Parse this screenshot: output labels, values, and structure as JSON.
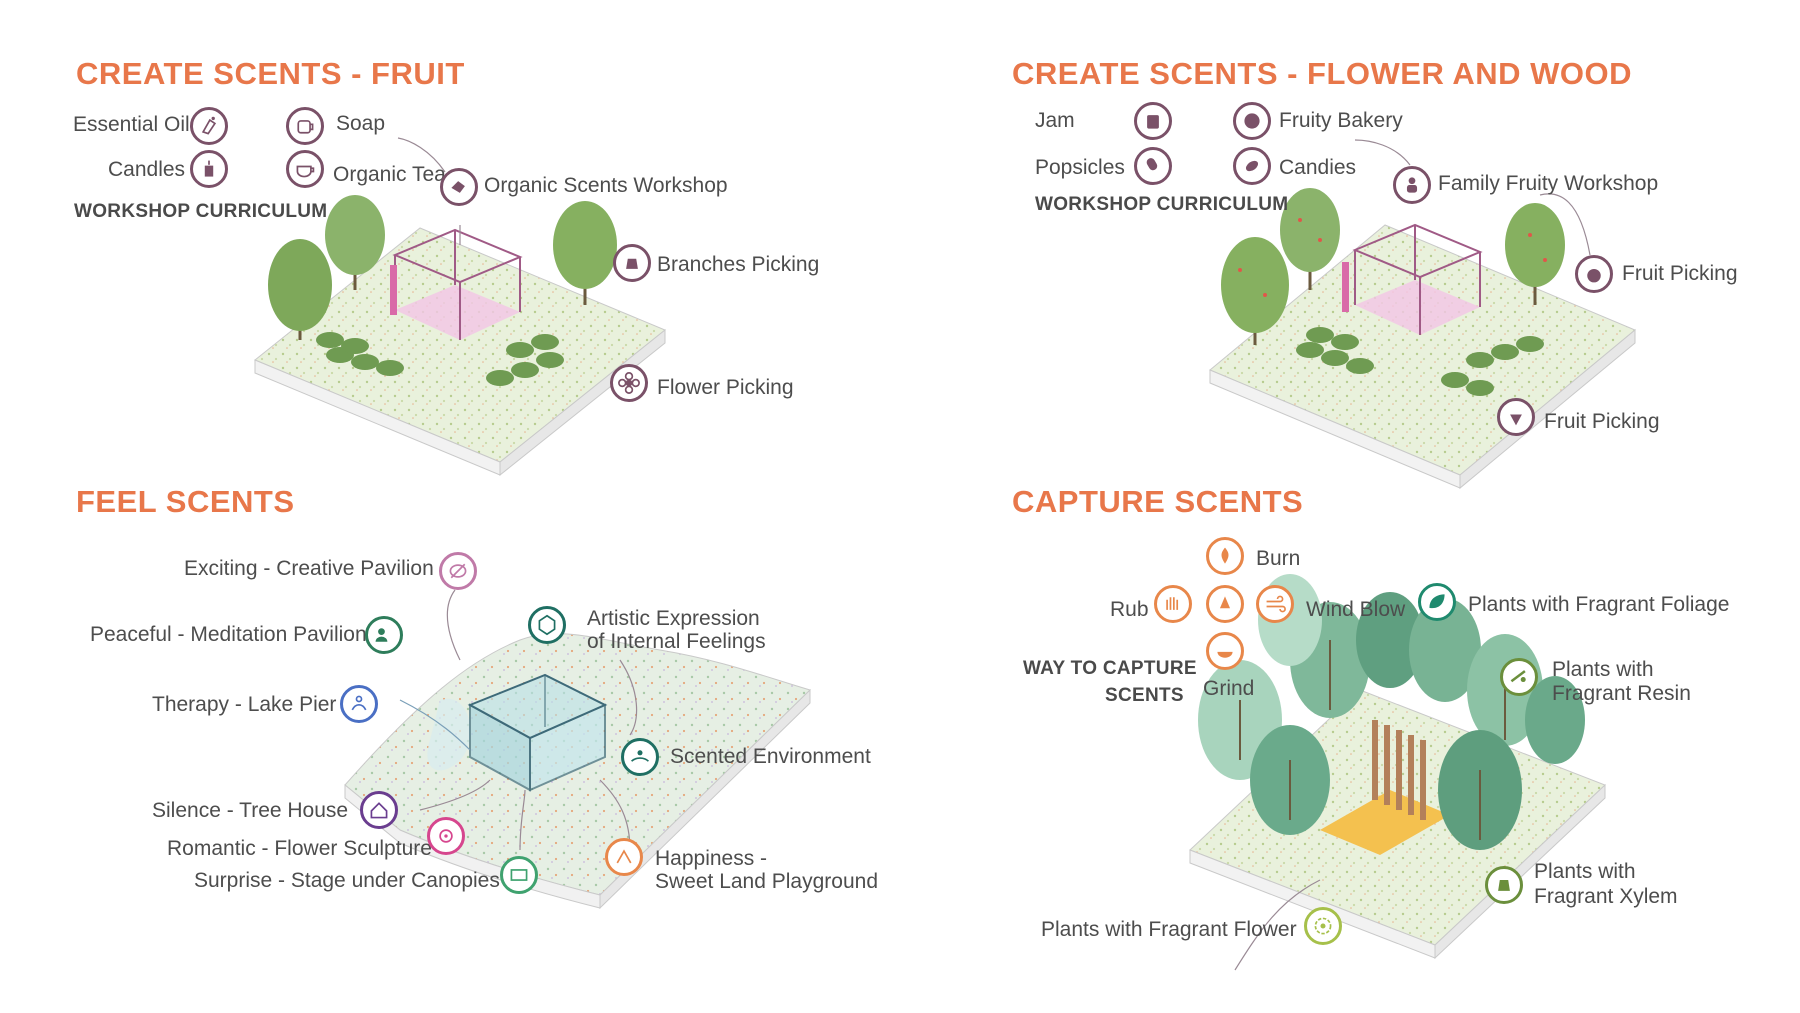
{
  "colors": {
    "title": "#e8774a",
    "plum": "#7a5168",
    "teal": "#1f6f63",
    "orange": "#e8874a",
    "green": "#2e8a6e",
    "olive": "#8aa14a"
  },
  "q1": {
    "title": "CREATE SCENTS - FRUIT",
    "subtitle": "WORKSHOP CURRICULUM",
    "items": [
      "Essential Oil",
      "Soap",
      "Candles",
      "Organic Tea"
    ],
    "callouts": [
      "Organic Scents Workshop",
      "Branches Picking",
      "Flower Picking"
    ]
  },
  "q2": {
    "title": "CREATE SCENTS - FLOWER AND WOOD",
    "subtitle": "WORKSHOP CURRICULUM",
    "items": [
      "Jam",
      "Fruity Bakery",
      "Popsicles",
      "Candies"
    ],
    "callouts": [
      "Family Fruity Workshop",
      "Fruit Picking",
      "Fruit Picking"
    ]
  },
  "q3": {
    "title": "FEEL SCENTS",
    "labels": [
      "Exciting - Creative Pavilion",
      "Peaceful - Meditation Pavilion",
      "Therapy - Lake Pier",
      "Silence - Tree House",
      "Romantic - Flower Sculpture",
      "Surprise - Stage under Canopies",
      "Artistic Expression",
      "of Internal Feelings",
      "Scented Environment",
      "Happiness -",
      "Sweet Land Playground"
    ]
  },
  "q4": {
    "title": "CAPTURE SCENTS",
    "way": [
      "WAY TO CAPTURE",
      "SCENTS"
    ],
    "methods": [
      "Burn",
      "Rub",
      "Wind Blow",
      "Grind"
    ],
    "plants": [
      "Plants with Fragrant Foliage",
      "Plants with",
      "Fragrant Resin",
      "Plants with",
      "Fragrant Xylem",
      "Plants with Fragrant Flower"
    ]
  }
}
